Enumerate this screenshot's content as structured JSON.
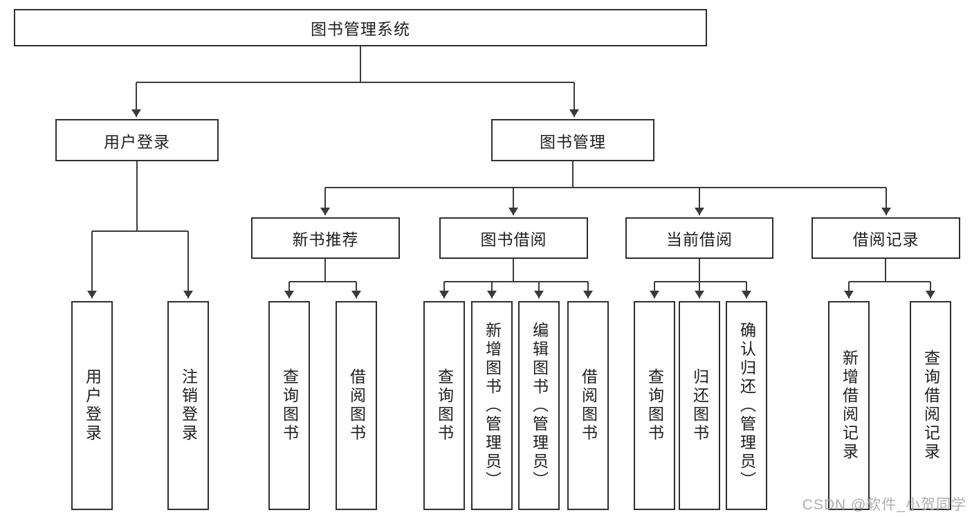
{
  "tree": {
    "root": {
      "label": "图书管理系统",
      "children": [
        {
          "label": "用户登录",
          "children": [
            {
              "label": "用户登录"
            },
            {
              "label": "注销登录"
            }
          ]
        },
        {
          "label": "图书管理",
          "children": [
            {
              "label": "新书推荐",
              "children": [
                {
                  "label": "查询图书"
                },
                {
                  "label": "借阅图书"
                }
              ]
            },
            {
              "label": "图书借阅",
              "children": [
                {
                  "label": "查询图书"
                },
                {
                  "label": "新增图书（管理员）"
                },
                {
                  "label": "编辑图书（管理员）"
                },
                {
                  "label": "借阅图书"
                }
              ]
            },
            {
              "label": "当前借阅",
              "children": [
                {
                  "label": "查询图书"
                },
                {
                  "label": "归还图书"
                },
                {
                  "label": "确认归还（管理员）"
                }
              ]
            },
            {
              "label": "借阅记录",
              "children": [
                {
                  "label": "新增借阅记录"
                },
                {
                  "label": "查询借阅记录"
                }
              ]
            }
          ]
        }
      ]
    }
  },
  "watermark": {
    "text": "CSDN @软件_小贺同学"
  },
  "colors": {
    "line": "#3a3a3a",
    "box_border": "#2e2e2e",
    "box_fill": "#ffffff",
    "text": "#1e1e1e",
    "background": "#ffffff",
    "watermark": "#a4a4a4"
  }
}
